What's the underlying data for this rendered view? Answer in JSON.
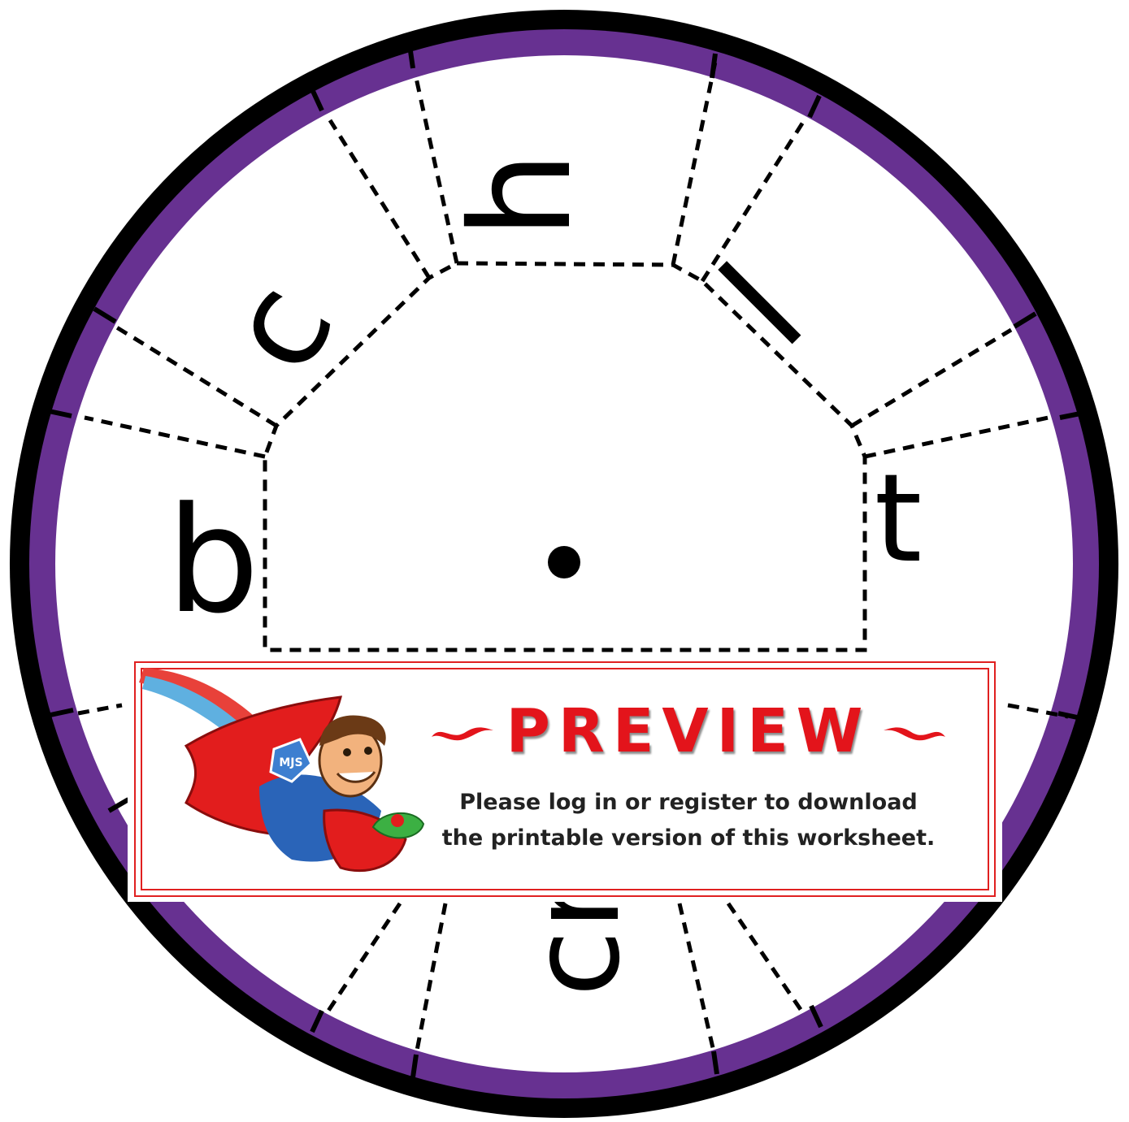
{
  "colors": {
    "outer_ring": "#000000",
    "inner_ring": "#673191",
    "face": "#ffffff",
    "dashes": "#000000",
    "banner_red": "#e3141b",
    "banner_text": "#222222"
  },
  "wheel": {
    "letters": {
      "top": "h",
      "upper_right": "l",
      "right": "t",
      "bottom": "cr",
      "left": "b",
      "upper_left": "c"
    }
  },
  "preview": {
    "title": "PREVIEW",
    "message_line1": "Please log in or register to download",
    "message_line2": "the printable version of this worksheet.",
    "mascot_badge": "MJS",
    "mascot_icon": "superhero-mascot-icon"
  }
}
